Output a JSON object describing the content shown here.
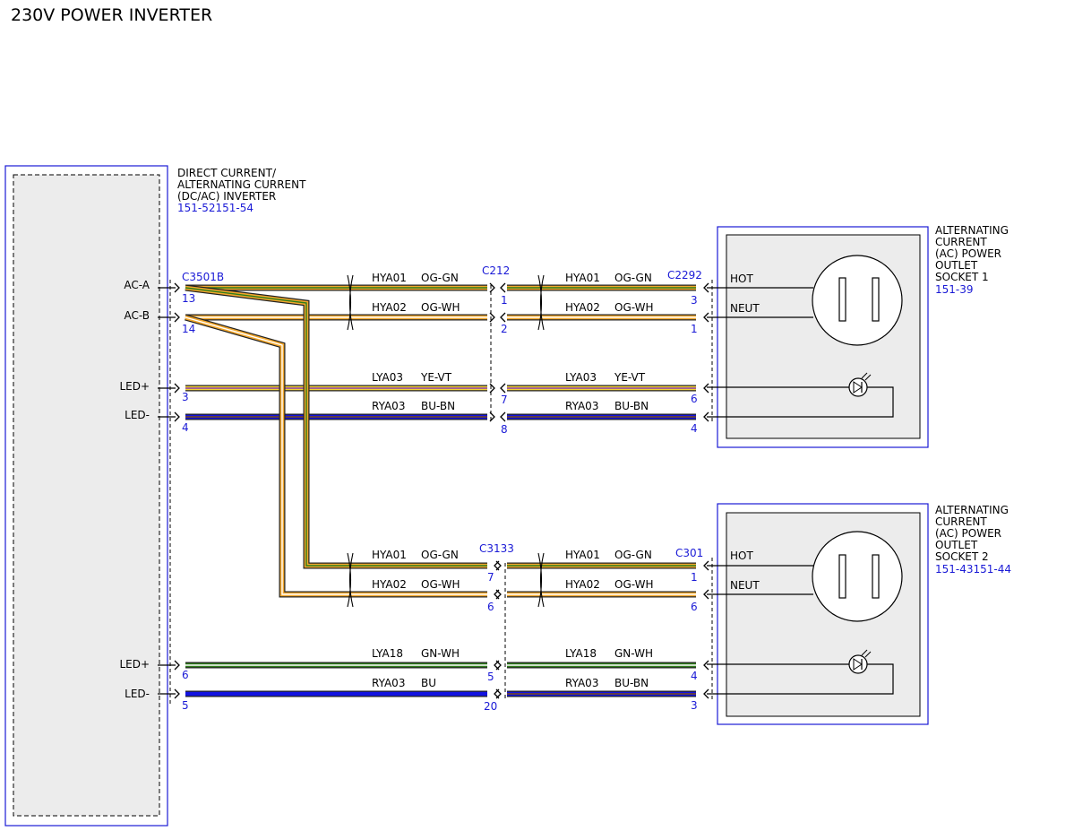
{
  "title": "230V POWER INVERTER",
  "colors": {
    "box_blue": "#1a1ad6",
    "module_fill": "#ececec",
    "OG": "#f2a72c",
    "GN": "#2e7d1a",
    "WH": "#ffffff",
    "YE": "#f2d430",
    "VT": "#8a3fb0",
    "BU": "#1212e0",
    "BN": "#7a4b12"
  },
  "inverter": {
    "name_lines": [
      "DIRECT CURRENT/",
      "ALTERNATING CURRENT",
      "(DC/AC) INVERTER"
    ],
    "ref": "151-52151-54",
    "connector": "C3501B",
    "pins": [
      {
        "label": "AC-A",
        "pin": "13"
      },
      {
        "label": "AC-B",
        "pin": "14"
      },
      {
        "label": "LED+",
        "pin": "3"
      },
      {
        "label": "LED-",
        "pin": "4"
      },
      {
        "label": "LED+",
        "pin": "6"
      },
      {
        "label": "LED-",
        "pin": "5"
      }
    ]
  },
  "inline_connectors": [
    {
      "name": "C212",
      "pins": [
        "1",
        "2",
        "7",
        "8"
      ]
    },
    {
      "name": "C3133",
      "pins": [
        "7",
        "6",
        "5",
        "20"
      ]
    }
  ],
  "outlets": [
    {
      "name_lines": [
        "ALTERNATING",
        "CURRENT",
        "(AC) POWER",
        "OUTLET",
        "SOCKET 1"
      ],
      "ref": "151-39",
      "connector": "C2292",
      "pins": [
        "3",
        "1",
        "6",
        "4"
      ],
      "hot_label": "HOT",
      "neut_label": "NEUT"
    },
    {
      "name_lines": [
        "ALTERNATING",
        "CURRENT",
        "(AC) POWER",
        "OUTLET",
        "SOCKET 2"
      ],
      "ref": "151-43151-44",
      "connector": "C301",
      "pins": [
        "1",
        "6",
        "4",
        "3"
      ],
      "hot_label": "HOT",
      "neut_label": "NEUT"
    }
  ],
  "wires": [
    {
      "left": {
        "circuit": "HYA01",
        "color": "OG-GN"
      },
      "right": {
        "circuit": "HYA01",
        "color": "OG-GN"
      }
    },
    {
      "left": {
        "circuit": "HYA02",
        "color": "OG-WH"
      },
      "right": {
        "circuit": "HYA02",
        "color": "OG-WH"
      }
    },
    {
      "left": {
        "circuit": "LYA03",
        "color": "YE-VT"
      },
      "right": {
        "circuit": "LYA03",
        "color": "YE-VT"
      }
    },
    {
      "left": {
        "circuit": "RYA03",
        "color": "BU-BN"
      },
      "right": {
        "circuit": "RYA03",
        "color": "BU-BN"
      }
    },
    {
      "left": {
        "circuit": "HYA01",
        "color": "OG-GN"
      },
      "right": {
        "circuit": "HYA01",
        "color": "OG-GN"
      }
    },
    {
      "left": {
        "circuit": "HYA02",
        "color": "OG-WH"
      },
      "right": {
        "circuit": "HYA02",
        "color": "OG-WH"
      }
    },
    {
      "left": {
        "circuit": "LYA18",
        "color": "GN-WH"
      },
      "right": {
        "circuit": "LYA18",
        "color": "GN-WH"
      }
    },
    {
      "left": {
        "circuit": "RYA03",
        "color": "BU"
      },
      "right": {
        "circuit": "RYA03",
        "color": "BU-BN"
      }
    }
  ]
}
